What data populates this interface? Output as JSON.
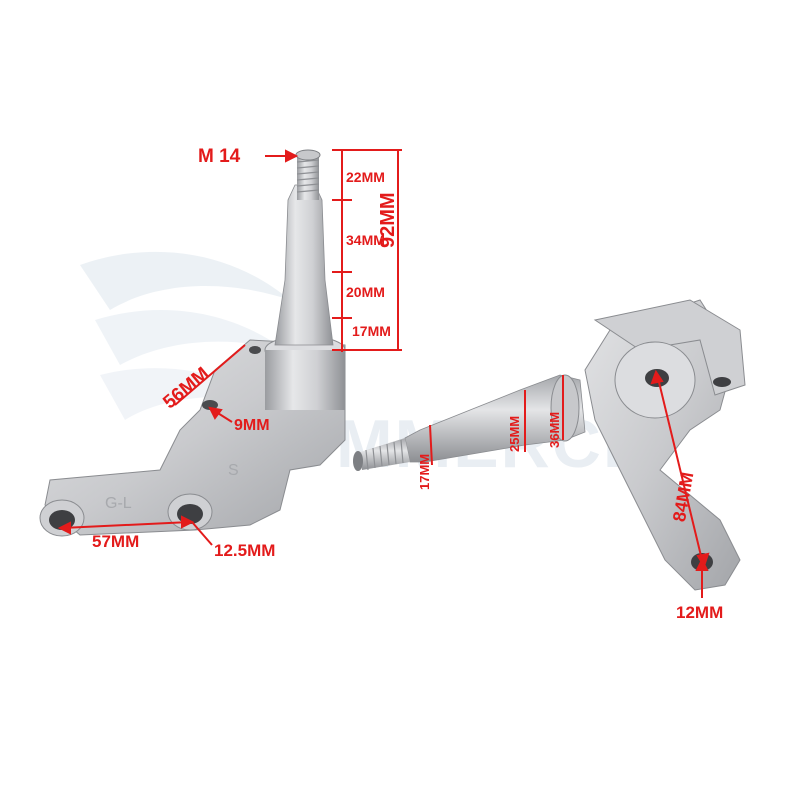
{
  "watermark": {
    "text": "COMMERCE"
  },
  "left_part": {
    "thread": "M 14",
    "seg1": "22MM",
    "seg2": "34MM",
    "seg3": "20MM",
    "seg4": "17MM",
    "total": "92MM",
    "arm_length": "56MM",
    "hole": "9MM",
    "span": "57MM",
    "eye": "12.5MM",
    "stamp1": "G-L",
    "stamp2": "S"
  },
  "right_part": {
    "d1": "17MM",
    "d2": "25MM",
    "d3": "36MM",
    "arm": "84MM",
    "hole": "12MM"
  },
  "colors": {
    "annotation": "#e31b1b",
    "metal": "#d3d4d6",
    "watermark": "#e9eef3"
  }
}
